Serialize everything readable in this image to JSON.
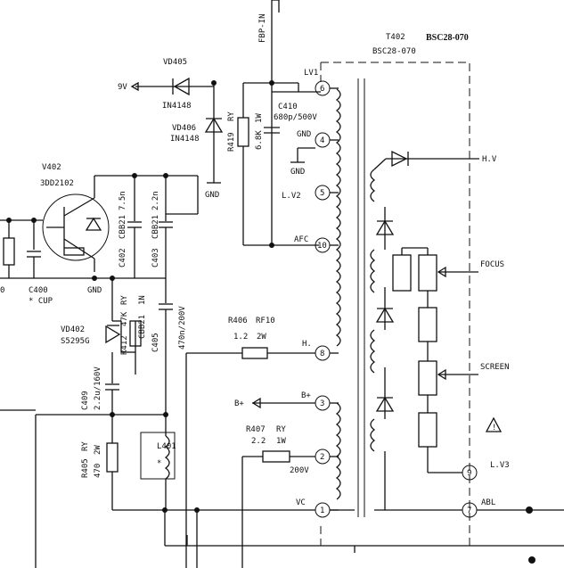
{
  "transformer": {
    "ref": "T402",
    "part": "BSC28-070",
    "part_bold": "BSC28-070"
  },
  "net_labels": {
    "fbp_in": "FBP-IN",
    "v9": "9V",
    "gnd": "GND",
    "hv": "H.V",
    "focus": "FOCUS",
    "screen": "SCREEN",
    "bplus": "B+",
    "bplus_pin": "B+",
    "hdrive": "H.",
    "vc": "VC",
    "abl": "ABL",
    "lv1": "LV1",
    "lv2": "L.V2",
    "lv3": "L.V3",
    "afc": "AFC",
    "gnd_pin": "GND",
    "v200": "200V"
  },
  "pins": [
    "6",
    "4",
    "5",
    "10",
    "8",
    "3",
    "2",
    "1",
    "9",
    "7"
  ],
  "components": {
    "vd405": {
      "ref": "VD405",
      "value": "IN4148"
    },
    "vd406": {
      "ref": "VD406",
      "value": "IN4148"
    },
    "r419": {
      "ref": "R419",
      "type": "RY",
      "value": "6.8K",
      "power": "1W"
    },
    "c410": {
      "ref": "C410",
      "value": "680p/500V"
    },
    "v402": {
      "ref": "V402",
      "value": "3DD2102"
    },
    "c402": {
      "ref": "C402",
      "type": "CBB21",
      "value": "7.5n"
    },
    "c403": {
      "ref": "C403",
      "type": "CBB21",
      "value": "2.2n"
    },
    "c400": {
      "ref": "C400",
      "value": "* CUP"
    },
    "r0": {
      "value": "0"
    },
    "vd402": {
      "ref": "VD402",
      "value": "S5295G"
    },
    "r412": {
      "ref": "R412",
      "type": "RY",
      "value": "47K"
    },
    "c405": {
      "ref": "C405",
      "type": "CBB21",
      "value": "470n/200V",
      "tag": "1N"
    },
    "r406": {
      "ref": "R406",
      "type": "RF10",
      "value": "1.2",
      "power": "2W"
    },
    "c409": {
      "ref": "C409",
      "value": "2.2u/160V"
    },
    "r405": {
      "ref": "R405",
      "type": "RY",
      "value": "470",
      "power": "2W"
    },
    "l401": {
      "ref": "L401",
      "tag": "*"
    },
    "r407": {
      "ref": "R407",
      "type": "RY",
      "value": "2.2",
      "power": "1W"
    }
  },
  "icon_names": [
    "diode-icon",
    "resistor-icon",
    "capacitor-icon",
    "transistor-icon",
    "ground-icon",
    "warning-icon",
    "transformer-coil-icon"
  ]
}
